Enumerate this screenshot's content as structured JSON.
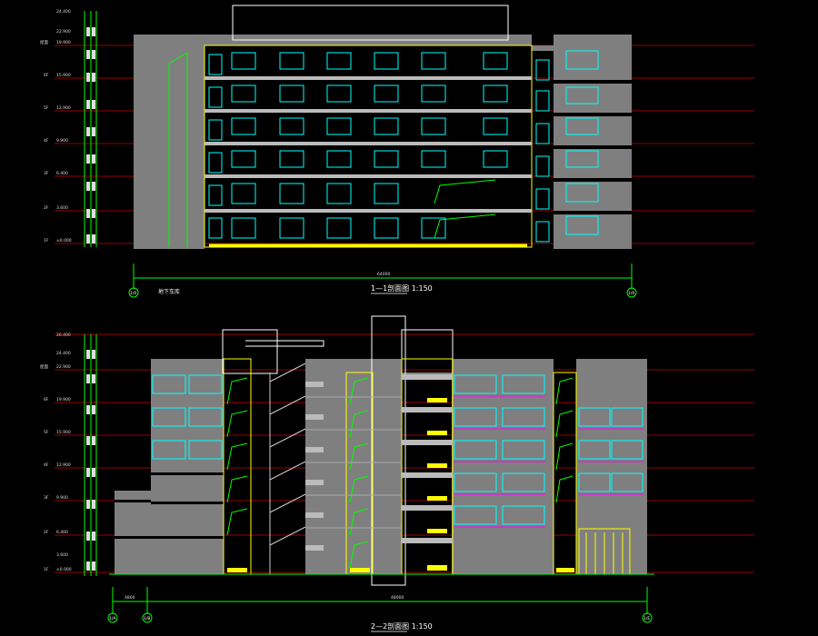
{
  "colors": {
    "background": "#000000",
    "wall_gray": "#7f7f7f",
    "window_cyan": "#00ffff",
    "outline_yellow": "#ffff00",
    "line_green": "#00ff00",
    "grid_red": "#ff0000",
    "text_white": "#ffffff",
    "window_magenta": "#ff00ff"
  },
  "section1": {
    "title": "1—1剖面图 1:150",
    "note": "地下车库",
    "axis_left": "1/0",
    "axis_right": "1/0",
    "overall_dim": "64000",
    "level_marks": [
      "24.400",
      "22.900",
      "19.900",
      "15.900",
      "12.900",
      "9.900",
      "6.400",
      "3.600",
      "±0.000"
    ],
    "floor_marks": [
      "屋面",
      "6F",
      "5F",
      "4F",
      "3F",
      "2F",
      "1F"
    ]
  },
  "section2": {
    "title": "2—2剖面图 1:150",
    "axis_left_1": "1/A",
    "axis_left_2": "1/B",
    "axis_right": "1/E",
    "dim_left": "4800",
    "dim_main": "48000",
    "level_marks": [
      "26.400",
      "24.400",
      "22.900",
      "19.900",
      "15.900",
      "12.900",
      "9.900",
      "6.400",
      "3.600",
      "±0.000"
    ],
    "floor_marks": [
      "屋面",
      "6F",
      "5F",
      "4F",
      "3F",
      "2F",
      "1F"
    ]
  }
}
